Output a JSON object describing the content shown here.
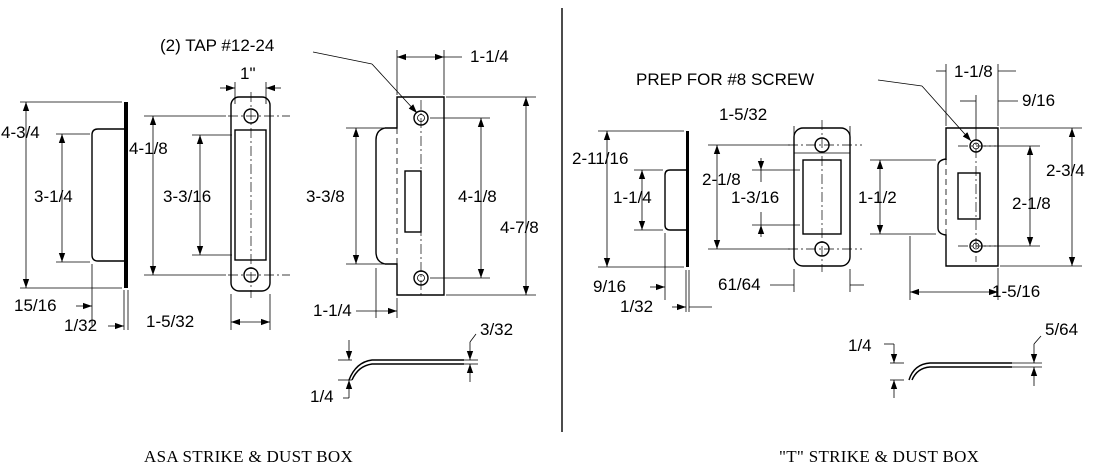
{
  "left": {
    "caption": "ASA STRIKE & DUST BOX",
    "callout": "(2) TAP #12-24",
    "dims": {
      "box_height": "4-3/4",
      "box_inner_height": "3-1/4",
      "box_width_inner": "15/16",
      "wall": "1/32",
      "faceplate_width": "1\"",
      "faceplate_height": "4-1/8",
      "slot_height": "3-3/16",
      "faceplate_total_width": "1-5/32",
      "strike_width": "1-1/4",
      "strike_lip_height": "3-3/8",
      "strike_hole_spacing": "4-1/8",
      "strike_height": "4-7/8",
      "strike_lip_depth": "1-1/4",
      "profile_thickness": "3/32",
      "profile_offset": "1/4"
    }
  },
  "right": {
    "caption": "\"T\" STRIKE & DUST BOX",
    "callout": "PREP FOR #8 SCREW",
    "dims": {
      "box_height": "2-11/16",
      "box_inner_height": "1-1/4",
      "box_width_inner": "9/16",
      "wall": "1/32",
      "faceplate_width_top": "1-5/32",
      "faceplate_hole_spacing": "2-1/8",
      "slot_height": "1-3/16",
      "faceplate_total_width": "61/64",
      "lip_height": "1-1/2",
      "strike_width": "1-1/8",
      "strike_center_offset": "9/16",
      "strike_height": "2-3/4",
      "strike_hole_spacing": "2-1/8",
      "strike_total_width": "1-5/16",
      "profile_offset": "1/4",
      "profile_thickness": "5/64"
    }
  }
}
